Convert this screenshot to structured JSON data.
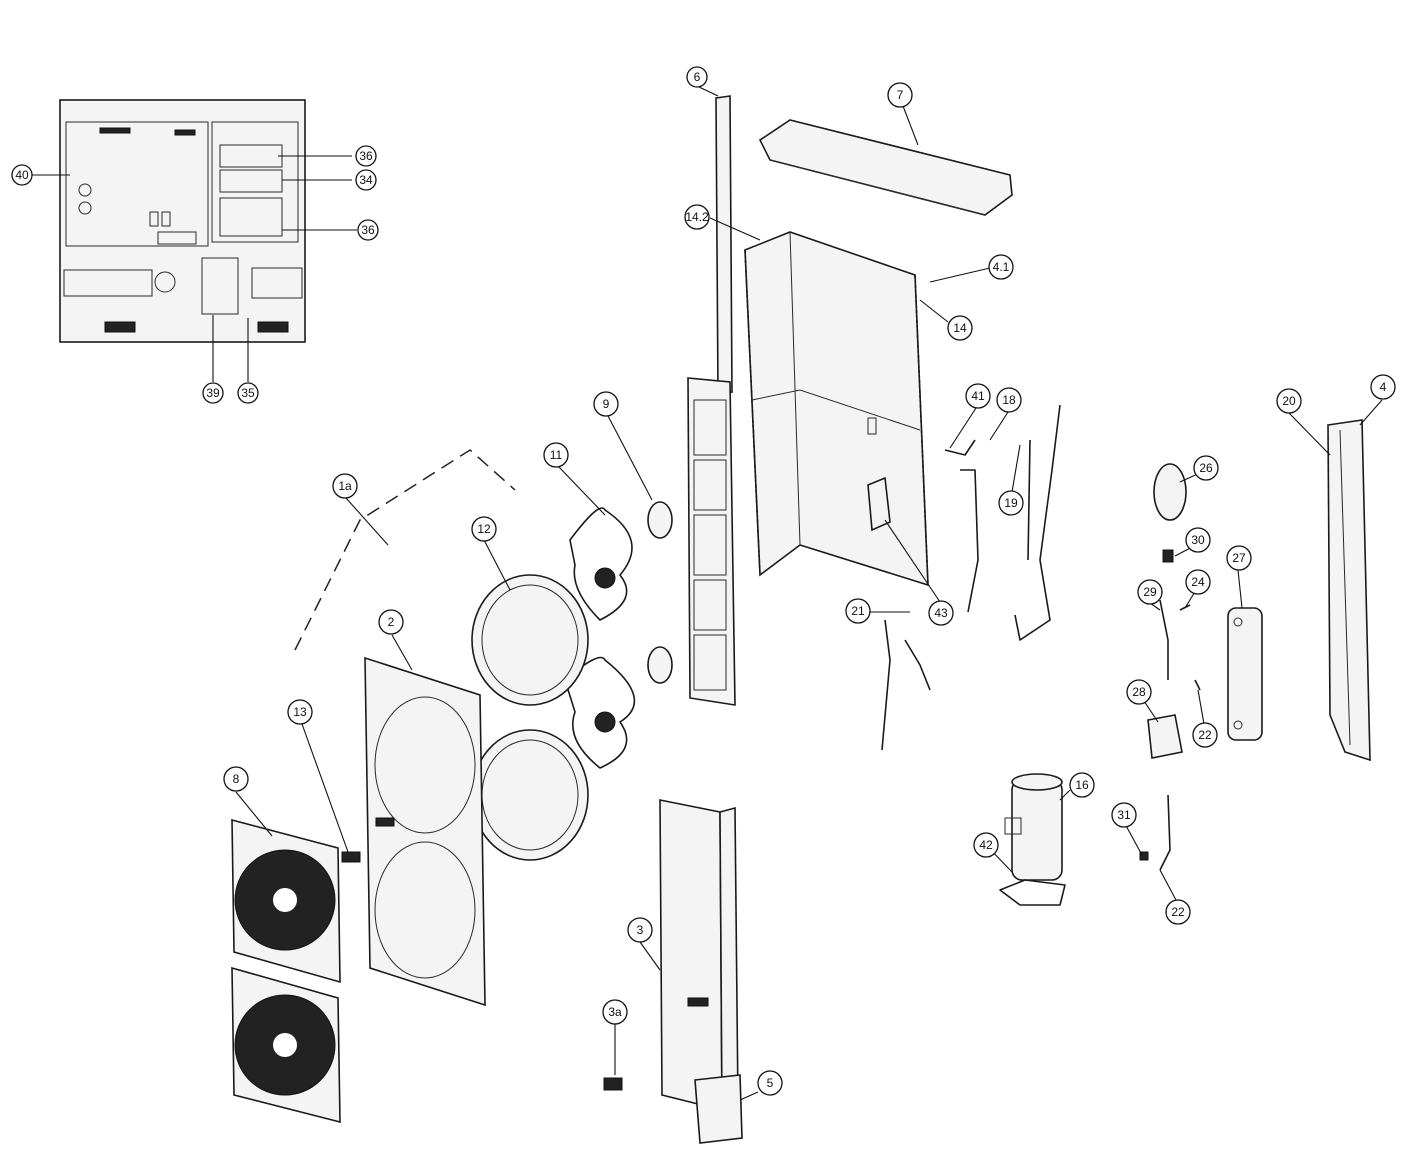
{
  "callouts": {
    "c1a": "1a",
    "c2": "2",
    "c3": "3",
    "c3a": "3a",
    "c4": "4",
    "c4_1": "4.1",
    "c5": "5",
    "c6": "6",
    "c7": "7",
    "c8": "8",
    "c9": "9",
    "c11": "11",
    "c12": "12",
    "c13": "13",
    "c14": "14",
    "c14_2": "14.2",
    "c16": "16",
    "c18": "18",
    "c19": "19",
    "c20": "20",
    "c21": "21",
    "c22a": "22",
    "c22b": "22",
    "c24": "24",
    "c26": "26",
    "c27": "27",
    "c28": "28",
    "c29": "29",
    "c30": "30",
    "c31": "31",
    "c34": "34",
    "c35": "35",
    "c36a": "36",
    "c36b": "36",
    "c39": "39",
    "c40": "40",
    "c41": "41",
    "c42": "42",
    "c43": "43"
  }
}
